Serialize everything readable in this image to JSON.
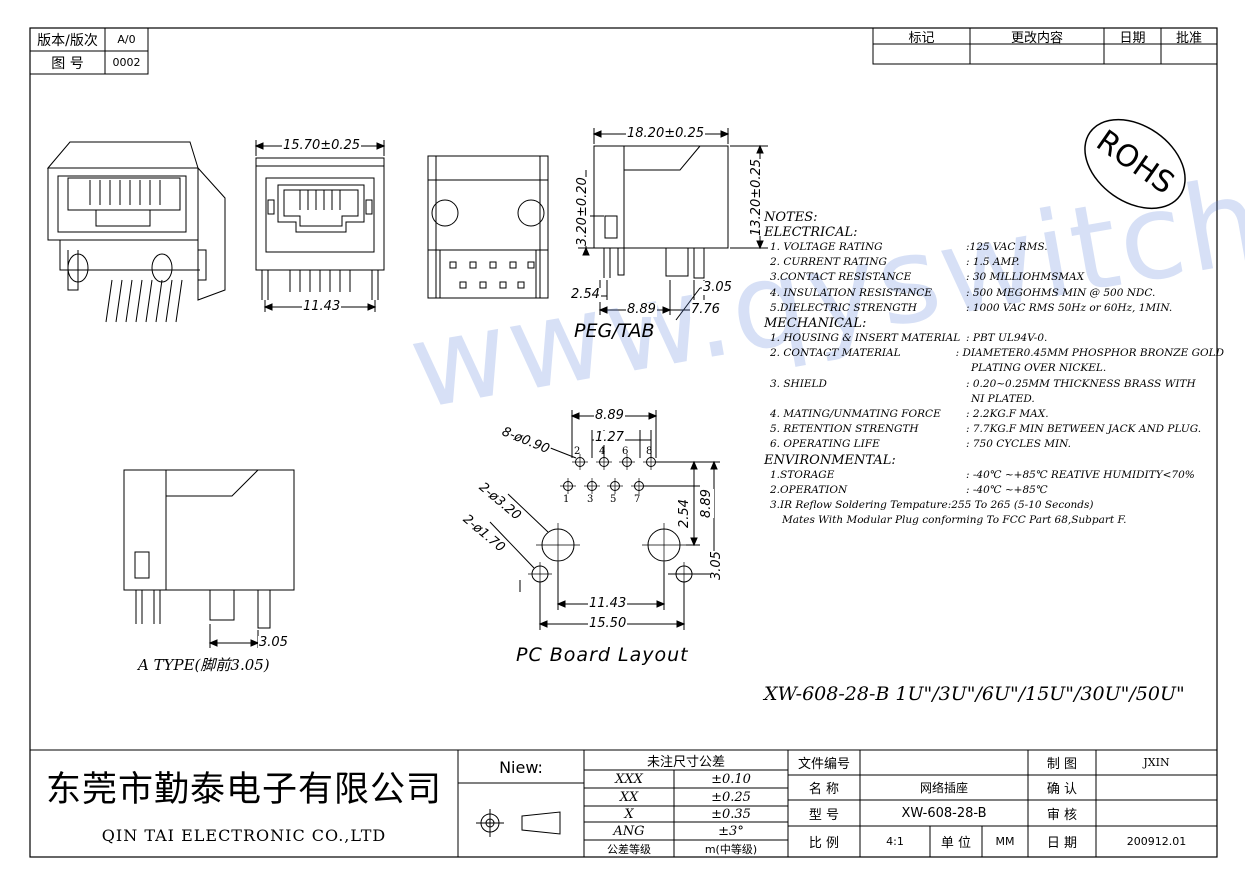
{
  "header": {
    "version_label": "版本/版次",
    "version_value": "A/0",
    "drawing_no_label": "图 号",
    "drawing_no_value": "0002"
  },
  "revision_table": {
    "columns": [
      "标记",
      "更改内容",
      "日期",
      "批准"
    ]
  },
  "rohs_label": "ROHS",
  "watermark": "www.qyswitch.com",
  "dims": {
    "width_front": "15.70±0.25",
    "pitch_front": "11.43",
    "width_side": "18.20±0.25",
    "height_side": "13.20±0.25",
    "led_offset": "3.20±0.20",
    "peg_offset": "2.54",
    "peg_spacing": "8.89",
    "peg_center": "7.76",
    "tab_len": "3.05",
    "pcb_pitch_total": "8.89",
    "pcb_pitch": "1.27",
    "pcb_row_offset": "2.54",
    "pcb_height": "8.89",
    "pcb_peg_offset": "3.05",
    "pcb_peg_pitch": "11.43",
    "pcb_outer": "15.50",
    "pin_holes": "8-ø0.90",
    "peg_holes_large": "2-ø3.20",
    "peg_holes_small": "2-ø1.70",
    "a_type_tab": "3.05"
  },
  "captions": {
    "peg_tab": "PEG/TAB",
    "a_type": "A TYPE(脚前3.05)",
    "pcb_layout": "PC Board Layout",
    "part_line": "XW-608-28-B 1U\"/3U\"/6U\"/15U\"/30U\"/50U\""
  },
  "pin_numbers": [
    "1",
    "2",
    "3",
    "4",
    "5",
    "6",
    "7",
    "8"
  ],
  "notes": {
    "title": "NOTES:",
    "electrical_title": "ELECTRICAL:",
    "electrical": [
      {
        "k": "1. VOLTAGE RATING",
        "v": ":125 VAC RMS."
      },
      {
        "k": "2. CURRENT RATING",
        "v": ": 1.5 AMP."
      },
      {
        "k": "3.CONTACT RESISTANCE",
        "v": ": 30 MILLIOHMSMAX"
      },
      {
        "k": "4. INSULATION RESISTANCE",
        "v": ": 500 MEGOHMS MIN @ 500  NDC."
      },
      {
        "k": "5.DIELECTRIC STRENGTH",
        "v": ": 1000 VAC RMS 50Hz  or 60Hz, 1MIN."
      }
    ],
    "mechanical_title": "MECHANICAL:",
    "mechanical": [
      {
        "k": "1. HOUSING & INSERT MATERIAL",
        "v": ": PBT UL94V-0."
      },
      {
        "k": "2. CONTACT MATERIAL",
        "v": ": DIAMETER0.45MM PHOSPHOR BRONZE GOLD",
        "v2": "PLATING OVER NICKEL."
      },
      {
        "k": "3. SHIELD",
        "v": ": 0.20~0.25MM THICKNESS BRASS WITH",
        "v2": "NI PLATED."
      },
      {
        "k": "4. MATING/UNMATING FORCE",
        "v": ": 2.2KG.F MAX."
      },
      {
        "k": "5. RETENTION STRENGTH",
        "v": ": 7.7KG.F MIN BETWEEN JACK AND PLUG."
      },
      {
        "k": "6. OPERATING LIFE",
        "v": ":  750 CYCLES MIN."
      }
    ],
    "environmental_title": "ENVIRONMENTAL:",
    "environmental": [
      {
        "k": "1.STORAGE",
        "v": ": -40℃ ~+85℃ REATIVE HUMIDITY<70%"
      },
      {
        "k": "2.OPERATION",
        "v": ": -40℃ ~+85℃"
      }
    ],
    "env_line3": "3.IR Reflow Soldering Tempature:255 To 265 (5-10 Seconds)",
    "env_line4": "Mates With Modular Plug conforming To FCC Part 68,Subpart F."
  },
  "title_block": {
    "company_cn": "东莞市勤泰电子有限公司",
    "company_en": "QIN TAI ELECTRONIC CO.,LTD",
    "view_label": "Niew:",
    "tolerance_title": "未注尺寸公差",
    "tolerances": [
      {
        "k": "XXX",
        "v": "±0.10"
      },
      {
        "k": "XX",
        "v": "±0.25"
      },
      {
        "k": "X",
        "v": "±0.35"
      },
      {
        "k": "ANG",
        "v": "±3°"
      }
    ],
    "grade_label": "公差等级",
    "grade_value": "m(中等级)",
    "file_no_label": "文件编号",
    "file_no_value": "",
    "name_label": "名 称",
    "name_value": "网络插座",
    "model_label": "型 号",
    "model_value": "XW-608-28-B",
    "scale_label": "比 例",
    "scale_value": "4:1",
    "unit_label": "单 位",
    "unit_value": "MM",
    "drawn_label": "制 图",
    "drawn_value": "JXIN",
    "checked_label": "确 认",
    "checked_value": "",
    "audit_label": "审 核",
    "audit_value": "",
    "date_label": "日 期",
    "date_value": "200912.01"
  }
}
